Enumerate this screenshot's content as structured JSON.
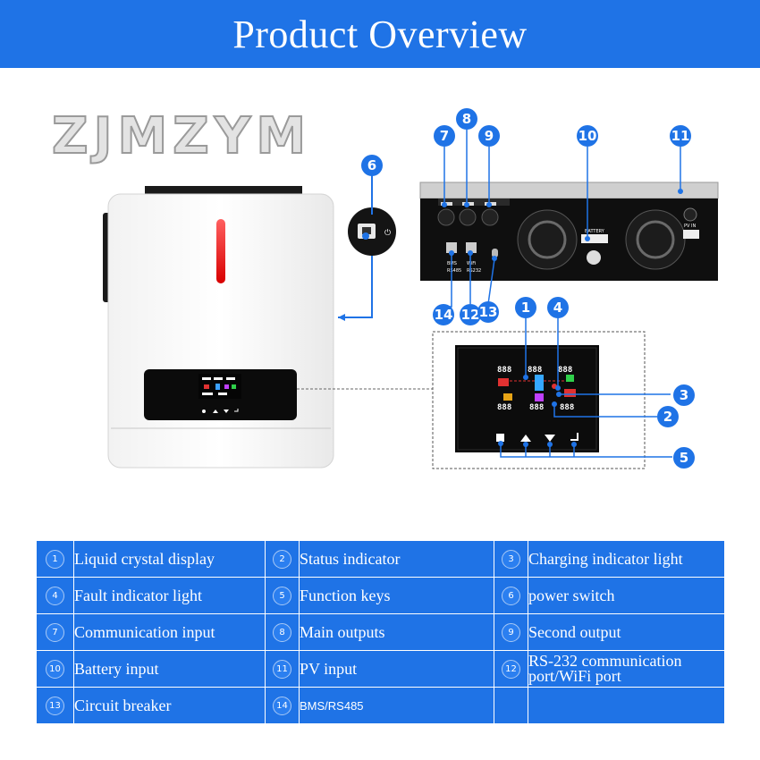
{
  "banner": {
    "title": "Product Overview",
    "color": "#1f73e6"
  },
  "watermark": "ZJMZYM",
  "callouts": [
    "1",
    "2",
    "3",
    "4",
    "5",
    "6",
    "7",
    "8",
    "9",
    "10",
    "11",
    "12",
    "13",
    "14"
  ],
  "port_labels": {
    "battery": "BATTERY",
    "pv": "PV IN",
    "bms": "BMS",
    "wifi": "WiFi",
    "rs485": "RS485",
    "rs232": "RS232"
  },
  "lcd_digits": "888",
  "features": [
    {
      "num": "1",
      "label": "Liquid crystal display"
    },
    {
      "num": "2",
      "label": "Status indicator"
    },
    {
      "num": "3",
      "label": "Charging indicator light"
    },
    {
      "num": "4",
      "label": "Fault indicator light"
    },
    {
      "num": "5",
      "label": "Function keys"
    },
    {
      "num": "6",
      "label": "power switch"
    },
    {
      "num": "7",
      "label": "Communication input"
    },
    {
      "num": "8",
      "label": "Main outputs"
    },
    {
      "num": "9",
      "label": "Second output"
    },
    {
      "num": "10",
      "label": "Battery input"
    },
    {
      "num": "11",
      "label": "PV input"
    },
    {
      "num": "12",
      "label": "RS-232 communication port/WiFi port"
    },
    {
      "num": "13",
      "label": "Circuit breaker"
    },
    {
      "num": "14",
      "label": "BMS/RS485"
    },
    {
      "num": "",
      "label": ""
    }
  ]
}
